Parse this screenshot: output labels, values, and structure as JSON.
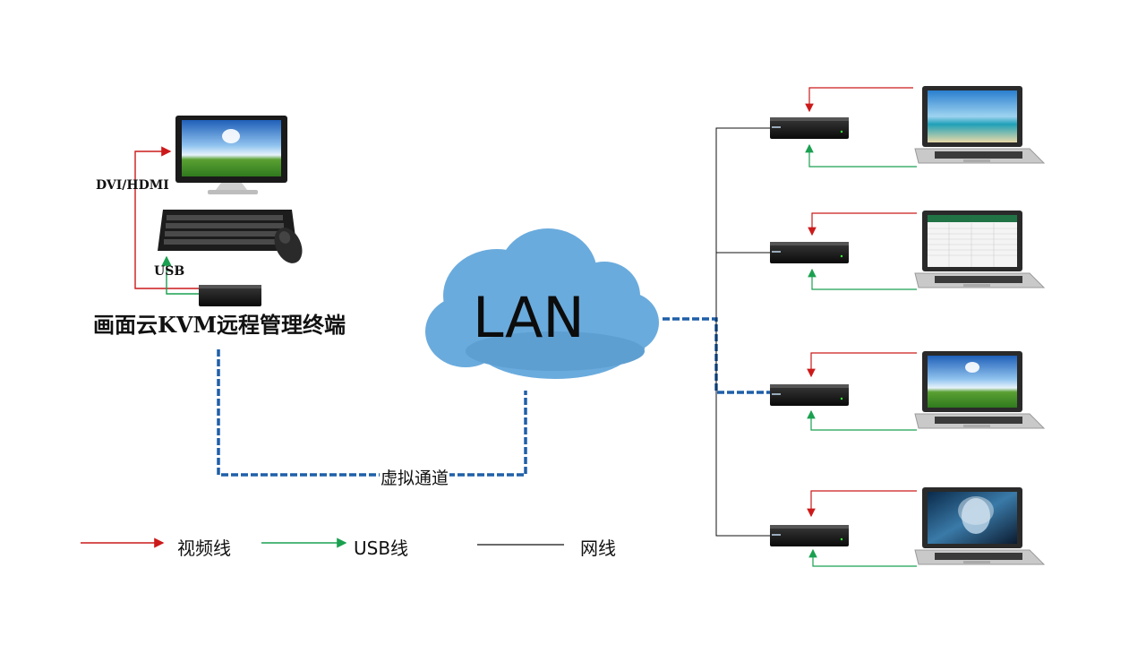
{
  "colors": {
    "video": "#cc1a1a",
    "usb": "#1aa050",
    "network": "#111111",
    "virtual_channel": "#1f5fa8",
    "cloud": "#6aabdd"
  },
  "labels": {
    "dvi_hdmi": "DVI/HDMI",
    "usb": "USB",
    "terminal": "画面云KVM远程管理终端",
    "lan": "LAN",
    "virtual_channel": "虚拟通道"
  },
  "legend": {
    "video": "视频线",
    "usb": "USB线",
    "network": "网线"
  },
  "icons": [
    "monitor-icon",
    "keyboard-icon",
    "mouse-icon",
    "kvm-box-icon",
    "cloud-icon",
    "laptop-icon"
  ]
}
